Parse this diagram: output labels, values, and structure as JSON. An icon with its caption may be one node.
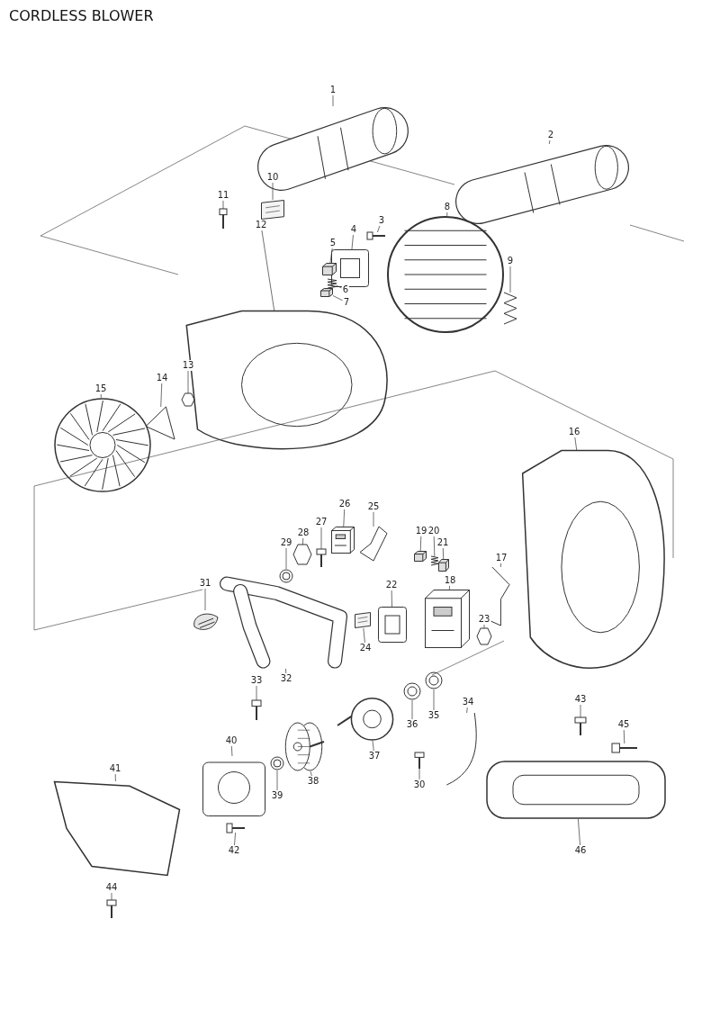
{
  "diagram": {
    "title": "CORDLESS BLOWER",
    "nodes": [
      {
        "text": [
          "1"
        ]
      },
      {
        "text": [
          "2"
        ]
      },
      {
        "text": [
          "3"
        ]
      },
      {
        "text": [
          "4"
        ]
      },
      {
        "text": [
          "5"
        ]
      },
      {
        "text": [
          "6"
        ]
      },
      {
        "text": [
          "7"
        ]
      },
      {
        "text": [
          "8"
        ]
      },
      {
        "text": [
          "9"
        ]
      },
      {
        "text": [
          "10"
        ]
      },
      {
        "text": [
          "11"
        ]
      },
      {
        "text": [
          "12"
        ]
      },
      {
        "text": [
          "13"
        ]
      },
      {
        "text": [
          "14"
        ]
      },
      {
        "text": [
          "15"
        ]
      },
      {
        "text": [
          "16"
        ]
      },
      {
        "text": [
          "17"
        ]
      },
      {
        "text": [
          "18"
        ]
      },
      {
        "text": [
          "19"
        ]
      },
      {
        "text": [
          "20"
        ]
      },
      {
        "text": [
          "21"
        ]
      },
      {
        "text": [
          "22"
        ]
      },
      {
        "text": [
          "23"
        ]
      },
      {
        "text": [
          "24"
        ]
      },
      {
        "text": [
          "25"
        ]
      },
      {
        "text": [
          "26"
        ]
      },
      {
        "text": [
          "27"
        ]
      },
      {
        "text": [
          "28"
        ]
      },
      {
        "text": [
          "29"
        ]
      },
      {
        "text": [
          "30"
        ]
      },
      {
        "text": [
          "31"
        ]
      },
      {
        "text": [
          "32"
        ]
      },
      {
        "text": [
          "33"
        ]
      },
      {
        "text": [
          "34"
        ]
      },
      {
        "text": [
          "35"
        ]
      },
      {
        "text": [
          "36"
        ]
      },
      {
        "text": [
          "37"
        ]
      },
      {
        "text": [
          "38"
        ]
      },
      {
        "text": [
          "39"
        ]
      },
      {
        "text": [
          "40"
        ]
      },
      {
        "text": [
          "41"
        ]
      },
      {
        "text": [
          "42"
        ]
      },
      {
        "text": [
          "43"
        ]
      },
      {
        "text": [
          "44"
        ]
      },
      {
        "text": [
          "45"
        ]
      },
      {
        "text": [
          "46"
        ]
      },
      {
        "text": [],
        "shape": "picture"
      },
      {
        "text": [],
        "shape": "picture"
      },
      {
        "text": [],
        "shape": "picture"
      },
      {
        "text": [],
        "shape": "picture"
      },
      {
        "text": [],
        "shape": "picture"
      },
      {
        "text": [],
        "shape": "picture"
      },
      {
        "text": [],
        "shape": "picture"
      },
      {
        "text": [],
        "shape": "picture"
      },
      {
        "text": [],
        "shape": "picture"
      },
      {
        "text": [],
        "shape": "picture"
      },
      {
        "text": [],
        "shape": "picture"
      },
      {
        "text": [],
        "shape": "picture"
      },
      {
        "text": [],
        "shape": "picture"
      },
      {
        "text": [],
        "shape": "picture"
      },
      {
        "text": [],
        "shape": "picture"
      },
      {
        "text": [],
        "shape": "picture"
      },
      {
        "text": [],
        "shape": "picture"
      },
      {
        "text": [],
        "shape": "picture"
      },
      {
        "text": [],
        "shape": "picture"
      },
      {
        "text": [],
        "shape": "picture"
      },
      {
        "text": [],
        "shape": "picture"
      },
      {
        "text": [],
        "shape": "picture"
      },
      {
        "text": [],
        "shape": "picture"
      },
      {
        "text": [],
        "shape": "picture"
      },
      {
        "text": [],
        "shape": "picture"
      },
      {
        "text": [],
        "shape": "picture"
      },
      {
        "text": [],
        "shape": "picture"
      },
      {
        "text": [],
        "shape": "picture"
      },
      {
        "text": [],
        "shape": "picture"
      },
      {
        "text": [],
        "shape": "picture"
      },
      {
        "text": [],
        "shape": "picture"
      },
      {
        "text": [],
        "shape": "picture"
      },
      {
        "text": [],
        "shape": "picture"
      },
      {
        "text": [],
        "shape": "picture"
      },
      {
        "text": [],
        "shape": "picture"
      },
      {
        "text": [],
        "shape": "picture"
      },
      {
        "text": [],
        "shape": "picture"
      },
      {
        "text": [],
        "shape": "picture"
      },
      {
        "text": [],
        "shape": "picture"
      },
      {
        "text": [],
        "shape": "picture"
      },
      {
        "text": [],
        "shape": "picture"
      },
      {
        "text": [],
        "shape": "picture"
      },
      {
        "text": [],
        "shape": "picture"
      },
      {
        "text": [],
        "shape": "picture"
      },
      {
        "text": [],
        "shape": "picture"
      },
      {
        "text": [],
        "shape": "picture"
      }
    ],
    "edges": [
      {
        "from": 0,
        "to": 46,
        "arrow": "none"
      },
      {
        "from": 1,
        "to": 47,
        "arrow": "none"
      },
      {
        "from": 2,
        "to": 48,
        "arrow": "none"
      },
      {
        "from": 3,
        "to": 49,
        "arrow": "none"
      },
      {
        "from": 4,
        "to": 50,
        "arrow": "none"
      },
      {
        "from": 5,
        "to": 51,
        "arrow": "none"
      },
      {
        "from": 6,
        "to": 52,
        "arrow": "none"
      },
      {
        "from": 7,
        "to": 53,
        "arrow": "none"
      },
      {
        "from": 8,
        "to": 54,
        "arrow": "none"
      },
      {
        "from": 9,
        "to": 55,
        "arrow": "none"
      },
      {
        "from": 10,
        "to": 56,
        "arrow": "none"
      },
      {
        "from": 11,
        "to": 57,
        "arrow": "none"
      },
      {
        "from": 12,
        "to": 58,
        "arrow": "none"
      },
      {
        "from": 13,
        "to": 59,
        "arrow": "none"
      },
      {
        "from": 14,
        "to": 60,
        "arrow": "none"
      },
      {
        "from": 15,
        "to": 61,
        "arrow": "none"
      },
      {
        "from": 16,
        "to": 62,
        "arrow": "none"
      },
      {
        "from": 17,
        "to": 63,
        "arrow": "none"
      },
      {
        "from": 18,
        "to": 64,
        "arrow": "none"
      },
      {
        "from": 19,
        "to": 65,
        "arrow": "none"
      },
      {
        "from": 20,
        "to": 66,
        "arrow": "none"
      },
      {
        "from": 21,
        "to": 67,
        "arrow": "none"
      },
      {
        "from": 22,
        "to": 68,
        "arrow": "none"
      },
      {
        "from": 23,
        "to": 69,
        "arrow": "none"
      },
      {
        "from": 24,
        "to": 70,
        "arrow": "none"
      },
      {
        "from": 25,
        "to": 71,
        "arrow": "none"
      },
      {
        "from": 26,
        "to": 72,
        "arrow": "none"
      },
      {
        "from": 27,
        "to": 73,
        "arrow": "none"
      },
      {
        "from": 28,
        "to": 74,
        "arrow": "none"
      },
      {
        "from": 29,
        "to": 75,
        "arrow": "none"
      },
      {
        "from": 30,
        "to": 76,
        "arrow": "none"
      },
      {
        "from": 31,
        "to": 77,
        "arrow": "none"
      },
      {
        "from": 32,
        "to": 78,
        "arrow": "none"
      },
      {
        "from": 33,
        "to": 79,
        "arrow": "none"
      },
      {
        "from": 34,
        "to": 80,
        "arrow": "none"
      },
      {
        "from": 35,
        "to": 81,
        "arrow": "none"
      },
      {
        "from": 36,
        "to": 82,
        "arrow": "none"
      },
      {
        "from": 37,
        "to": 83,
        "arrow": "none"
      },
      {
        "from": 38,
        "to": 84,
        "arrow": "none"
      },
      {
        "from": 39,
        "to": 85,
        "arrow": "none"
      },
      {
        "from": 40,
        "to": 86,
        "arrow": "none"
      },
      {
        "from": 41,
        "to": 87,
        "arrow": "none"
      },
      {
        "from": 42,
        "to": 88,
        "arrow": "none"
      },
      {
        "from": 43,
        "to": 89,
        "arrow": "none"
      },
      {
        "from": 44,
        "to": 90,
        "arrow": "none"
      },
      {
        "from": 45,
        "to": 91,
        "arrow": "none"
      }
    ]
  }
}
